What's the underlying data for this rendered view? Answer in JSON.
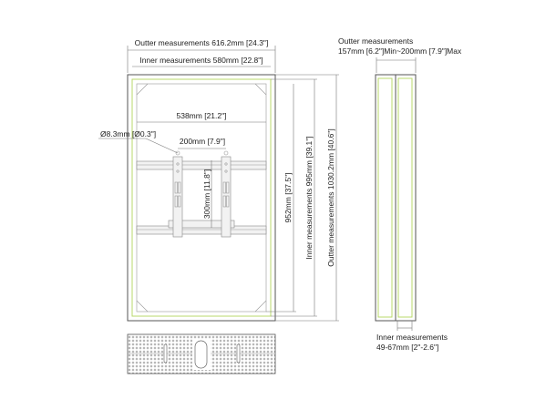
{
  "colors": {
    "accent_green": "#b9d96b",
    "line": "#555555"
  },
  "front": {
    "outer_width": "Outter measurements 616.2mm [24.3\"]",
    "inner_width": "Inner measurements 580mm [22.8\"]",
    "rail_width": "538mm [21.2\"]",
    "hole_diameter": "Ø8.3mm [Ø0.3\"]",
    "bracket_spacing_h": "200mm [7.9\"]",
    "bracket_spacing_v": "300mm [11.8\"]",
    "height_952": "952mm [37.5\"]",
    "inner_height": "Inner measurements 995mm [39.1\"]",
    "outer_height": "Outter measurements 1030.2mm [40.6\"]"
  },
  "side": {
    "outer_depth_line1": "Outter measurements",
    "outer_depth_line2": "157mm [6.2\"]Min~200mm [7.9\"]Max",
    "inner_depth_line1": "Inner measurements",
    "inner_depth_line2": "49-67mm [2\"-2.6\"]"
  }
}
